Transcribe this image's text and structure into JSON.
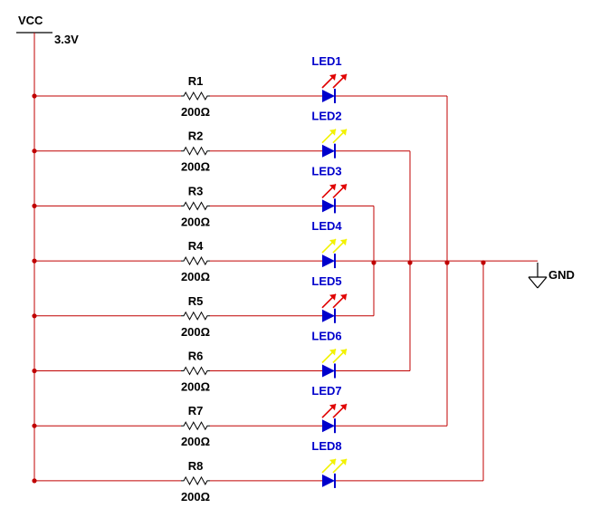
{
  "supply": {
    "name": "VCC",
    "voltage": "3.3V"
  },
  "ground": {
    "name": "GND"
  },
  "colors": {
    "wire": "#c00000",
    "junction": "#c00000",
    "led_body": "#0000cc",
    "led_label": "#0000cc",
    "text": "#000000",
    "red_light": "#e00000",
    "yellow_light": "#f2f200"
  },
  "branches": [
    {
      "resistor": "R1",
      "value": "200Ω",
      "led": "LED1",
      "light": "red"
    },
    {
      "resistor": "R2",
      "value": "200Ω",
      "led": "LED2",
      "light": "yellow"
    },
    {
      "resistor": "R3",
      "value": "200Ω",
      "led": "LED3",
      "light": "red"
    },
    {
      "resistor": "R4",
      "value": "200Ω",
      "led": "LED4",
      "light": "yellow"
    },
    {
      "resistor": "R5",
      "value": "200Ω",
      "led": "LED5",
      "light": "red"
    },
    {
      "resistor": "R6",
      "value": "200Ω",
      "led": "LED6",
      "light": "yellow"
    },
    {
      "resistor": "R7",
      "value": "200Ω",
      "led": "LED7",
      "light": "red"
    },
    {
      "resistor": "R8",
      "value": "200Ω",
      "led": "LED8",
      "light": "yellow"
    }
  ]
}
